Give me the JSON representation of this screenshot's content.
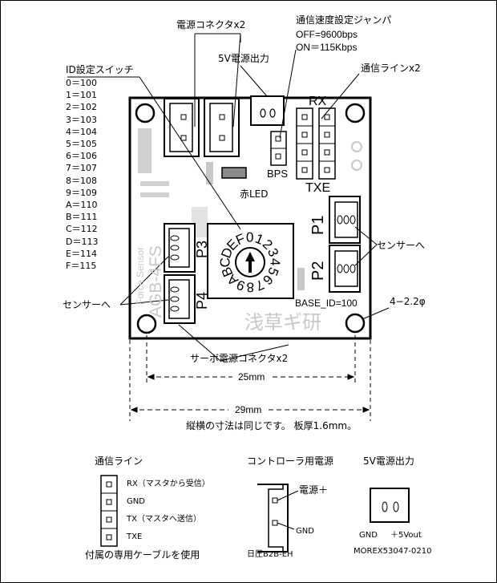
{
  "top_labels": {
    "power_connector": "電源コネクタx2",
    "bps_title": "通信速度設定ジャンパ",
    "bps_off": "OFF=9600bps",
    "bps_on": "ON＝115Kbps",
    "out5v": "5V電源出力",
    "comm_line": "通信ラインx2",
    "id_switch": "ID設定スイッチ"
  },
  "id_map": [
    "0＝100",
    "1＝101",
    "2＝102",
    "3＝103",
    "4＝104",
    "5＝105",
    "6＝106",
    "7＝107",
    "8＝108",
    "9＝109",
    "A＝110",
    "B＝111",
    "C＝112",
    "D＝113",
    "E＝114",
    "F＝115"
  ],
  "board": {
    "rx": "RX",
    "txe": "TXE",
    "bps": "BPS",
    "red_led": "赤LED",
    "p1": "P1",
    "p2": "P2",
    "p3": "P3",
    "p4": "P4",
    "base_id": "BASE_ID=100",
    "dial": "DEF0123456789ABC",
    "silk_force": "Force Sensor",
    "silk_agb": "AGB-4FS",
    "silk_maker": "浅草ギ研"
  },
  "callouts": {
    "sensor_right": "センサーへ",
    "sensor_left": "センサーへ",
    "hole": "4−2.2φ",
    "servo_connector": "サーボ電源コネクタx2"
  },
  "dimensions": {
    "d25": "25mm",
    "d29": "29mm",
    "note": "縦横の寸法は同じです。 板厚1.6mm。"
  },
  "legend_comm": {
    "title": "通信ライン",
    "pins": [
      "RX（マスタから受信）",
      "GND",
      "TX（マスタへ送信）",
      "TXE"
    ],
    "cable": "付属の専用ケーブルを使用"
  },
  "legend_ctrl": {
    "title": "コントローラ用電源",
    "plus": "電源＋",
    "gnd": "GND",
    "part": "日圧B2B-EH"
  },
  "legend_5v": {
    "title": "5V電源出力",
    "gnd": "GND",
    "vout": "＋5Vout",
    "part": "MOREX53047-0210"
  }
}
